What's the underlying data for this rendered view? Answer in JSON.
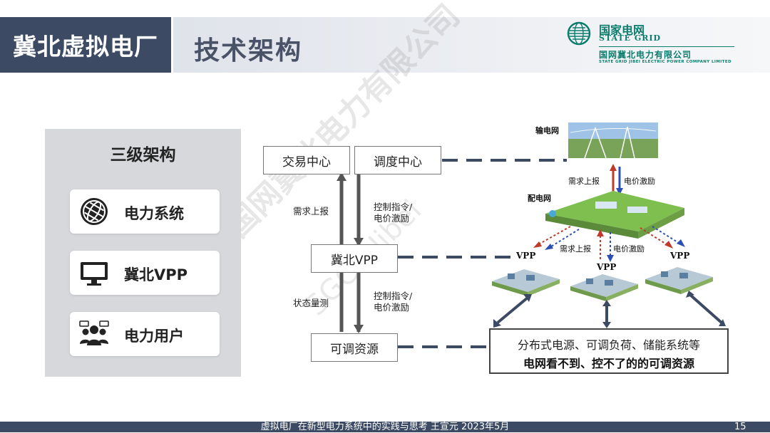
{
  "header": {
    "brand": "冀北虚拟电厂",
    "title": "技术架构",
    "logo_cn": "国家电网",
    "logo_en": "STATE GRID",
    "company": "国网冀北电力有限公司",
    "company_en": "STATE GRID JIBEI ELECTRIC POWER COMPANY LIMITED"
  },
  "panel": {
    "title": "三级架构",
    "items": [
      {
        "label": "电力系统",
        "icon": "globe-icon"
      },
      {
        "label": "冀北VPP",
        "icon": "monitor-icon"
      },
      {
        "label": "电力用户",
        "icon": "users-icon"
      }
    ]
  },
  "diagram": {
    "trading_center": "交易中心",
    "dispatch_center": "调度中心",
    "vpp": "冀北VPP",
    "resources": "可调资源",
    "label_demand_report": "需求上报",
    "label_control_1": "控制指令/",
    "label_price_1": "电价激励",
    "label_status": "状态量测",
    "label_control_2": "控制指令/",
    "label_price_2": "电价激励",
    "transmission_grid": "输电网",
    "distribution_grid": "配电网",
    "grid_demand": "需求上报",
    "grid_price": "电价激励",
    "dist_demand": "需求上报",
    "dist_price": "电价激励",
    "vpp_node": "VPP",
    "res_line1": "分布式电源、可调负荷、储能系统等",
    "res_line2": "电网看不到、控不了的的可调资源"
  },
  "watermark": {
    "line1": "国网冀北电力有限公司",
    "line2": "SGCC Jibei"
  },
  "footer": {
    "text": "虚拟电厂在新型电力系统中的实践与思考 王宣元 2023年5月",
    "page": "15"
  },
  "colors": {
    "navy": "#3d4a63",
    "brand_green": "#0a7d6c",
    "arrow_red": "#c0392b",
    "arrow_blue": "#2d4fb5"
  }
}
